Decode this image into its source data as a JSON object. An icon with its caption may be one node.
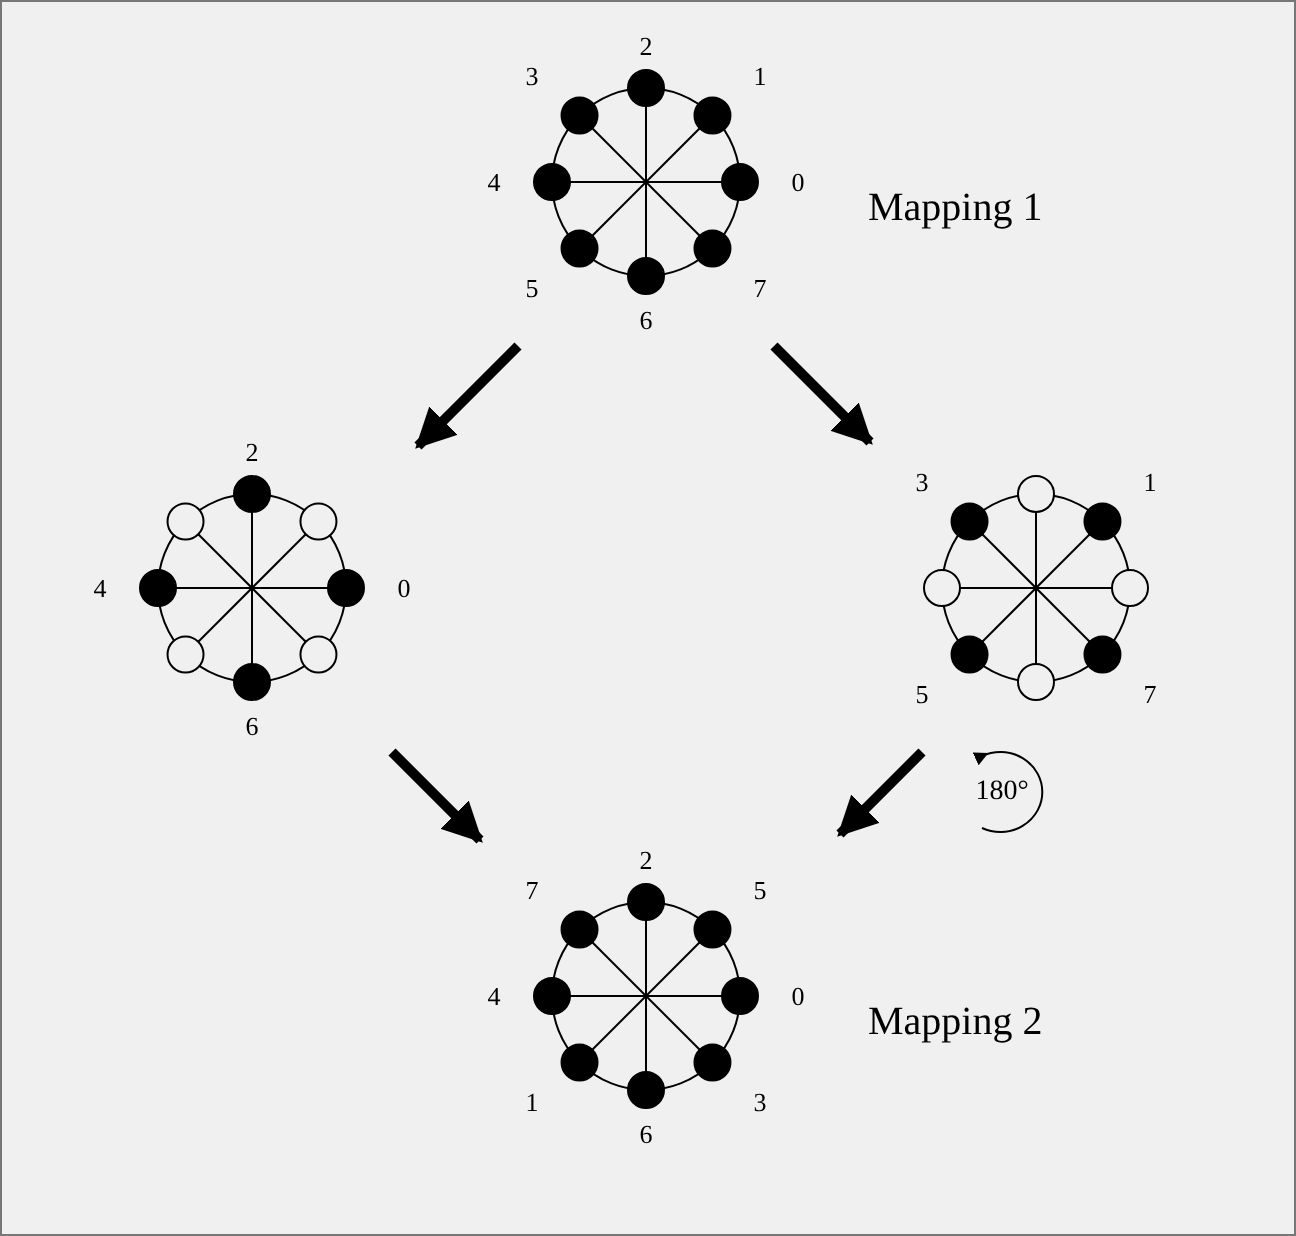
{
  "diagram": {
    "nodes": [
      {
        "text": [],
        "shape": "picture",
        "beside": [
          "2",
          "3",
          "1",
          "4",
          "0",
          "Mapping 1",
          "5",
          "6",
          "7"
        ]
      },
      {
        "text": [],
        "shape": "picture",
        "beside": [
          "2",
          "4",
          "0",
          "6"
        ]
      },
      {
        "text": [],
        "shape": "picture",
        "beside": [
          "3",
          "1",
          "5",
          "7"
        ]
      },
      {
        "text": [],
        "shape": "picture",
        "beside": [
          "2",
          "7",
          "5",
          "4",
          "0",
          "Mapping 2",
          "1",
          "6",
          "3"
        ]
      }
    ],
    "edges": [
      {
        "from": 0,
        "to": 1,
        "arrow": "to"
      },
      {
        "from": 0,
        "to": 2,
        "arrow": "to"
      },
      {
        "from": 1,
        "to": 3,
        "arrow": "to"
      },
      {
        "from": 2,
        "to": 3,
        "arrow": "to"
      }
    ],
    "labels": [
      "180°"
    ]
  }
}
